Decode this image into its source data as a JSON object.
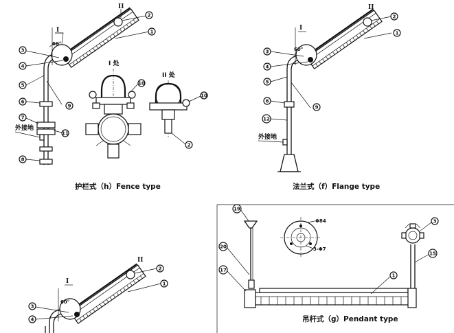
{
  "captions": {
    "fence": "护栏式（h）Fence type",
    "flange": "法兰式（f）Flange type",
    "pendant": "吊杆式（g）Pendant type"
  },
  "roman": {
    "one": "I",
    "two": "II"
  },
  "detail": {
    "one": "I 处",
    "two": "II 处"
  },
  "ground_label": "外接地",
  "angle": "60°",
  "dim_diameter": "Φ84",
  "dim_holes": "3-Φ7",
  "labels": {
    "n1": "1",
    "n2": "2",
    "n3": "3",
    "n4": "4",
    "n5": "5",
    "n6": "6",
    "n7": "7",
    "n8": "8",
    "n9": "9",
    "n10": "10",
    "n11": "11",
    "n12": "12",
    "n15": "15",
    "n17": "17",
    "n19": "19",
    "n20": "20"
  }
}
